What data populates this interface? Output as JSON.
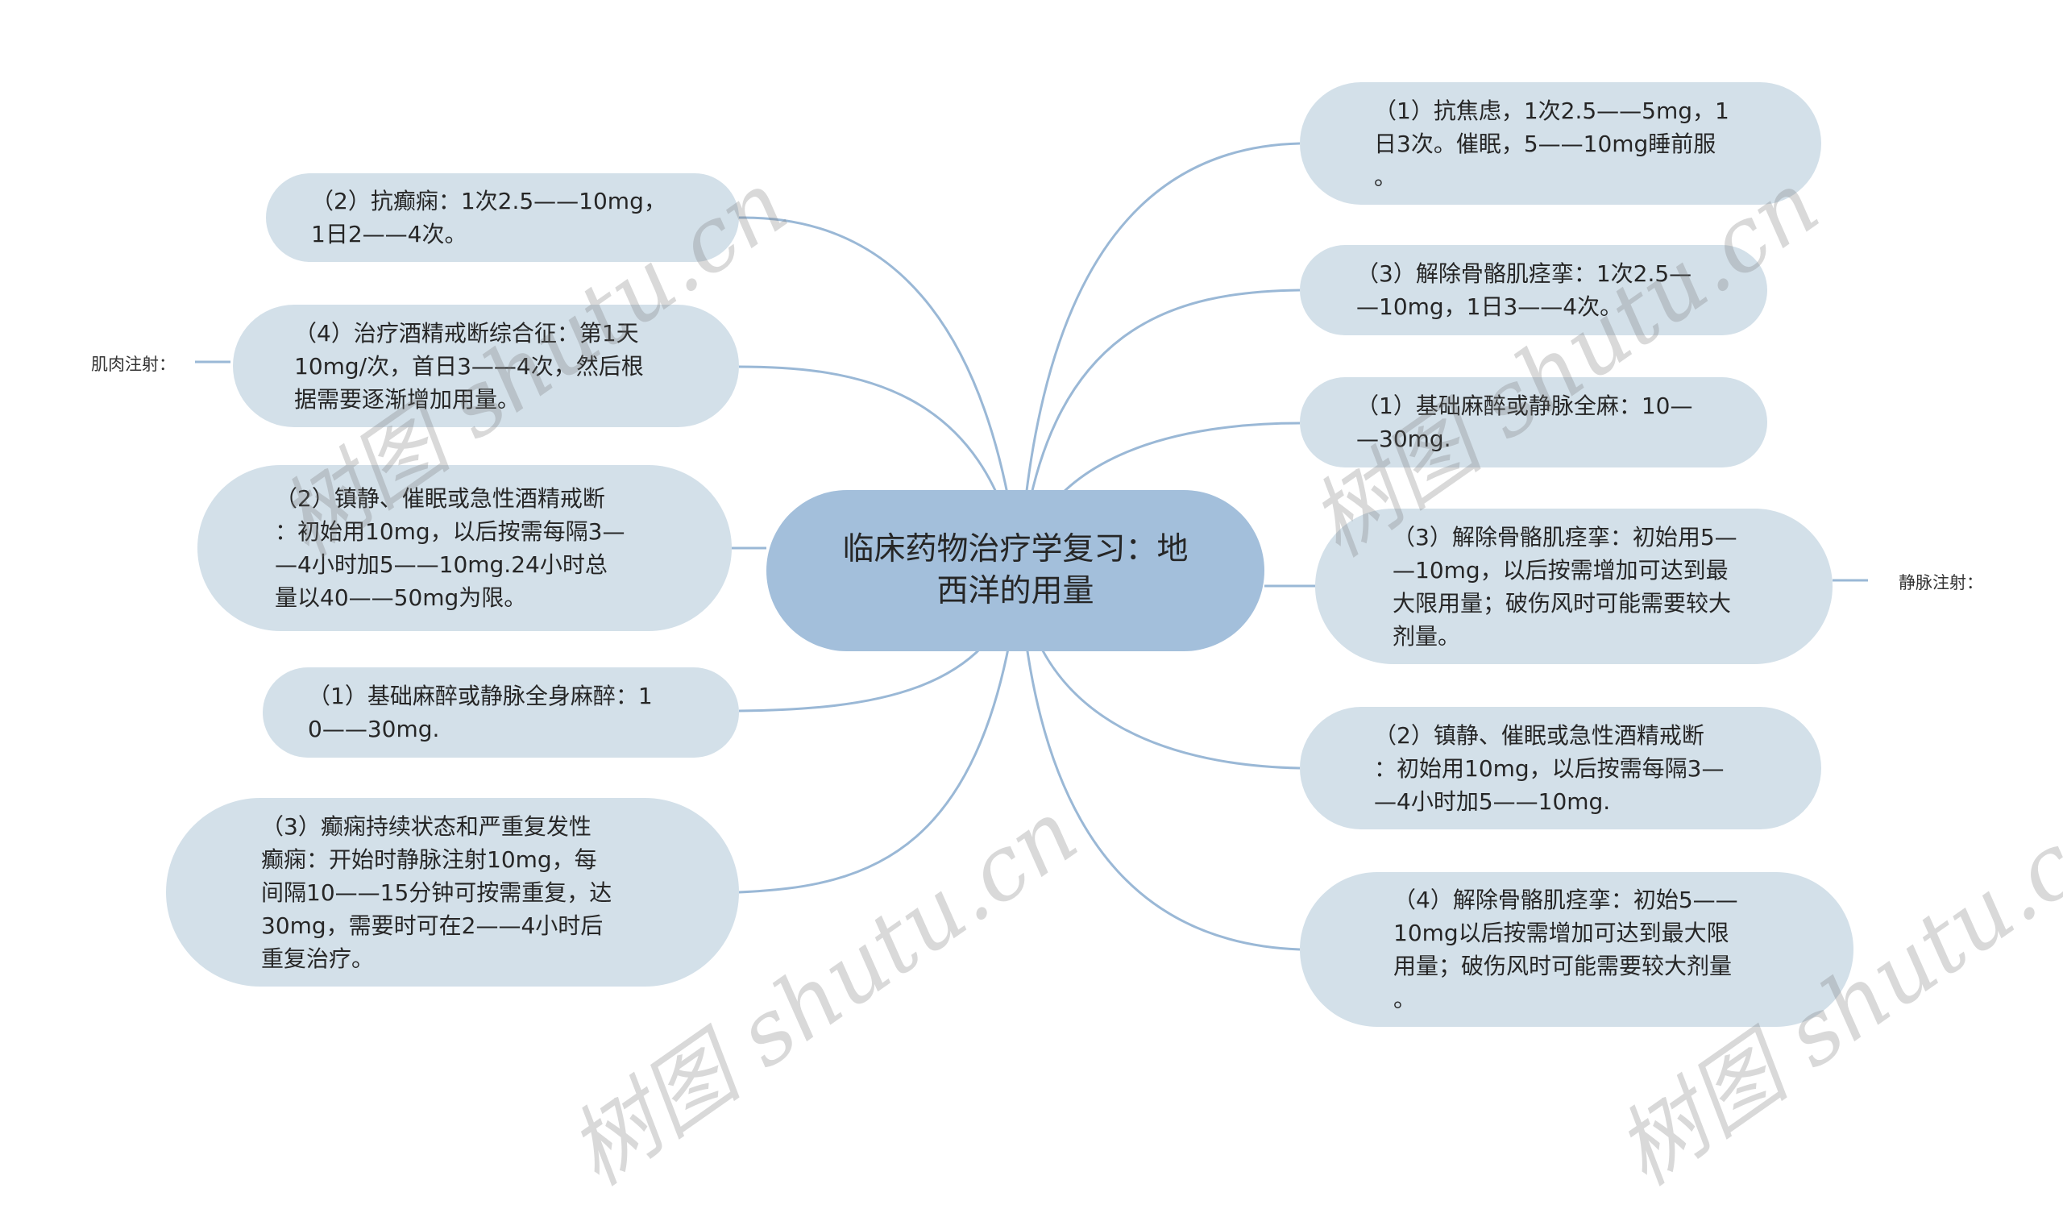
{
  "root": {
    "title": "临床药物治疗学复习：地\n西洋的用量"
  },
  "left": {
    "group_label": "肌肉注射：",
    "nodes": [
      {
        "text": "（2）抗癫痫：1次2.5——10mg，\n1日2——4次。"
      },
      {
        "text": "（4）治疗酒精戒断综合征：第1天\n10mg/次，首日3——4次，然后根\n据需要逐渐增加用量。"
      },
      {
        "text": "（2）镇静、催眠或急性酒精戒断\n：初始用10mg，以后按需每隔3—\n—4小时加5——10mg.24小时总\n量以40——50mg为限。"
      },
      {
        "text": "（1）基础麻醉或静脉全身麻醉：1\n0——30mg."
      },
      {
        "text": "（3）癫痫持续状态和严重复发性\n癫痫：开始时静脉注射10mg，每\n间隔10——15分钟可按需重复，达\n30mg，需要时可在2——4小时后\n重复治疗。"
      }
    ]
  },
  "right": {
    "group_label": "静脉注射：",
    "nodes": [
      {
        "text": "（1）抗焦虑，1次2.5——5mg，1\n日3次。催眠，5——10mg睡前服\n。"
      },
      {
        "text": "（3）解除骨骼肌痉挛：1次2.5—\n—10mg，1日3——4次。"
      },
      {
        "text": "（1）基础麻醉或静脉全麻：10—\n—30mg."
      },
      {
        "text": "（3）解除骨骼肌痉挛：初始用5—\n—10mg，以后按需增加可达到最\n大限用量；破伤风时可能需要较大\n剂量。"
      },
      {
        "text": "（2）镇静、催眠或急性酒精戒断\n：初始用10mg，以后按需每隔3—\n—4小时加5——10mg."
      },
      {
        "text": "（4）解除骨骼肌痉挛：初始5——\n10mg以后按需增加可达到最大限\n用量；破伤风时可能需要较大剂量\n。"
      }
    ]
  },
  "watermark": {
    "text": "树图 shutu.cn"
  },
  "colors": {
    "root_fill": "#a3bfdb",
    "node_fill": "#d3e0e9",
    "edge": "#9ab8d6",
    "text": "#262626"
  }
}
